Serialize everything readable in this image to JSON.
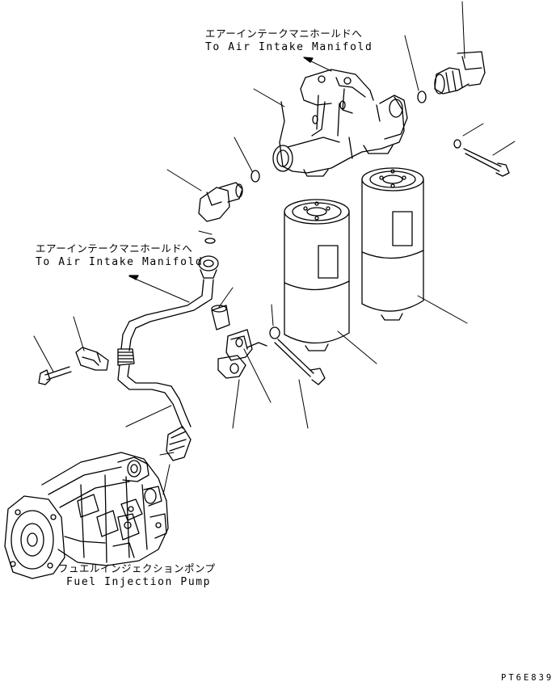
{
  "labels": {
    "air_intake_top_jp": "エアーインテークマニホールドへ",
    "air_intake_top_en": "To Air Intake Manifold",
    "air_intake_mid_jp": "エアーインテークマニホールドへ",
    "air_intake_mid_en": "To Air Intake Manifold",
    "pump_jp": "フュエルインジェクションポンプ",
    "pump_en": "Fuel Injection Pump",
    "drawing_code": "PT6E839"
  }
}
